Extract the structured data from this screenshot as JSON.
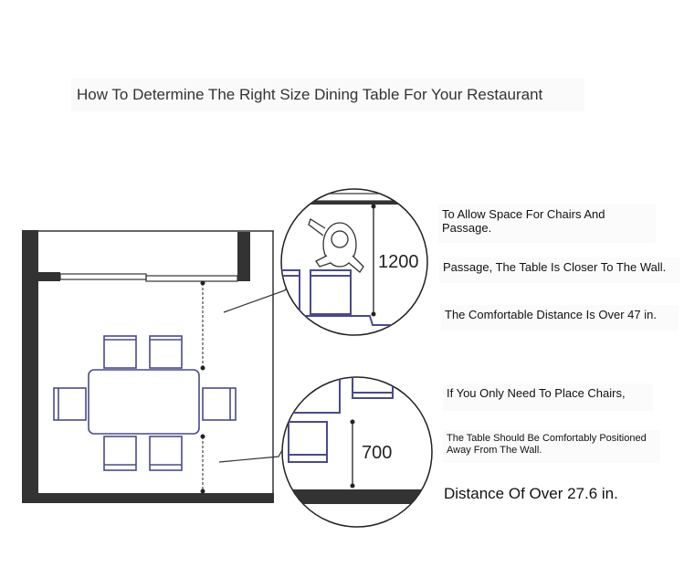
{
  "title": "How To Determine The Right Size Dining Table For Your Restaurant",
  "dimensions": {
    "passage": "1200",
    "wall_gap": "700"
  },
  "notes": {
    "n1": "To Allow Space For Chairs And Passage.",
    "n2": "Passage, The Table Is Closer To The Wall.",
    "n3": "The Comfortable Distance Is Over 47 in.",
    "n4": "If You Only Need To Place Chairs,",
    "n5": "The Table Should Be Comfortably Positioned Away From The Wall.",
    "n6": "Distance Of Over 27.6 in."
  },
  "colors": {
    "wall": "#333333",
    "furniture": "#4a4a8a",
    "line": "#222222"
  }
}
